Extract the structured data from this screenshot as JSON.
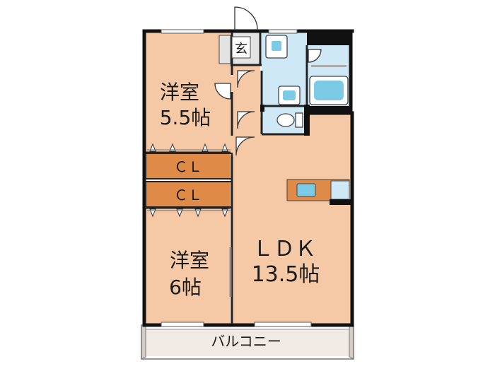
{
  "rooms": {
    "western1": {
      "name": "洋室",
      "size": "5.5帖"
    },
    "western2": {
      "name": "洋室",
      "size": "6帖"
    },
    "ldk": {
      "name": "ＬＤＫ",
      "size": "13.5帖"
    },
    "closet1": "ＣＬ",
    "closet2": "ＣＬ",
    "entrance": "玄",
    "balcony": "バルコニー"
  },
  "colors": {
    "room_fill": "#f5c9a6",
    "closet_fill": "#e08a48",
    "wet_fill": "#cfe8f6",
    "balcony_fill": "#f1e9e4",
    "wall": "#111111",
    "fixture": "#7ccbe6"
  }
}
